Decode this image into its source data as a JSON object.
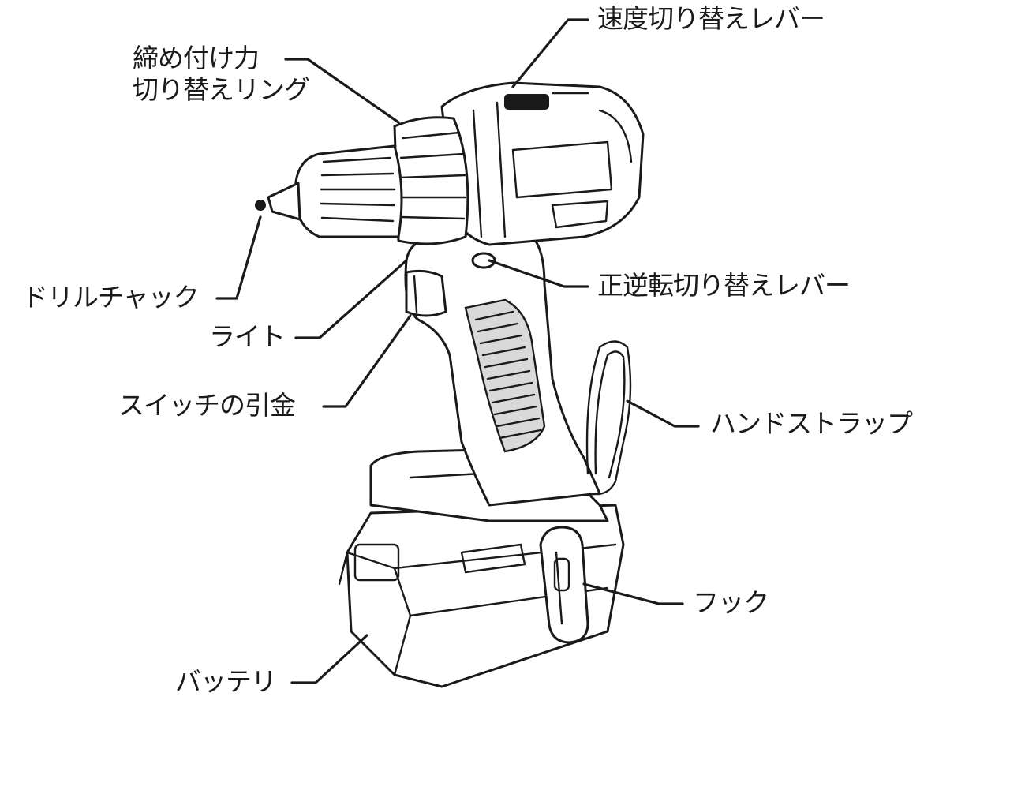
{
  "labels": {
    "speed_lever": "速度切り替えレバー",
    "torque_ring_line1": "締め付け力",
    "torque_ring_line2": "切り替えリング",
    "drill_chuck": "ドリルチャック",
    "reverse_lever": "正逆転切り替えレバー",
    "light": "ライト",
    "trigger": "スイッチの引金",
    "hand_strap": "ハンドストラップ",
    "hook": "フック",
    "battery": "バッテリ"
  },
  "colors": {
    "line": "#1a1a1a",
    "background": "#ffffff",
    "grip_shade": "#d9d9d9"
  }
}
